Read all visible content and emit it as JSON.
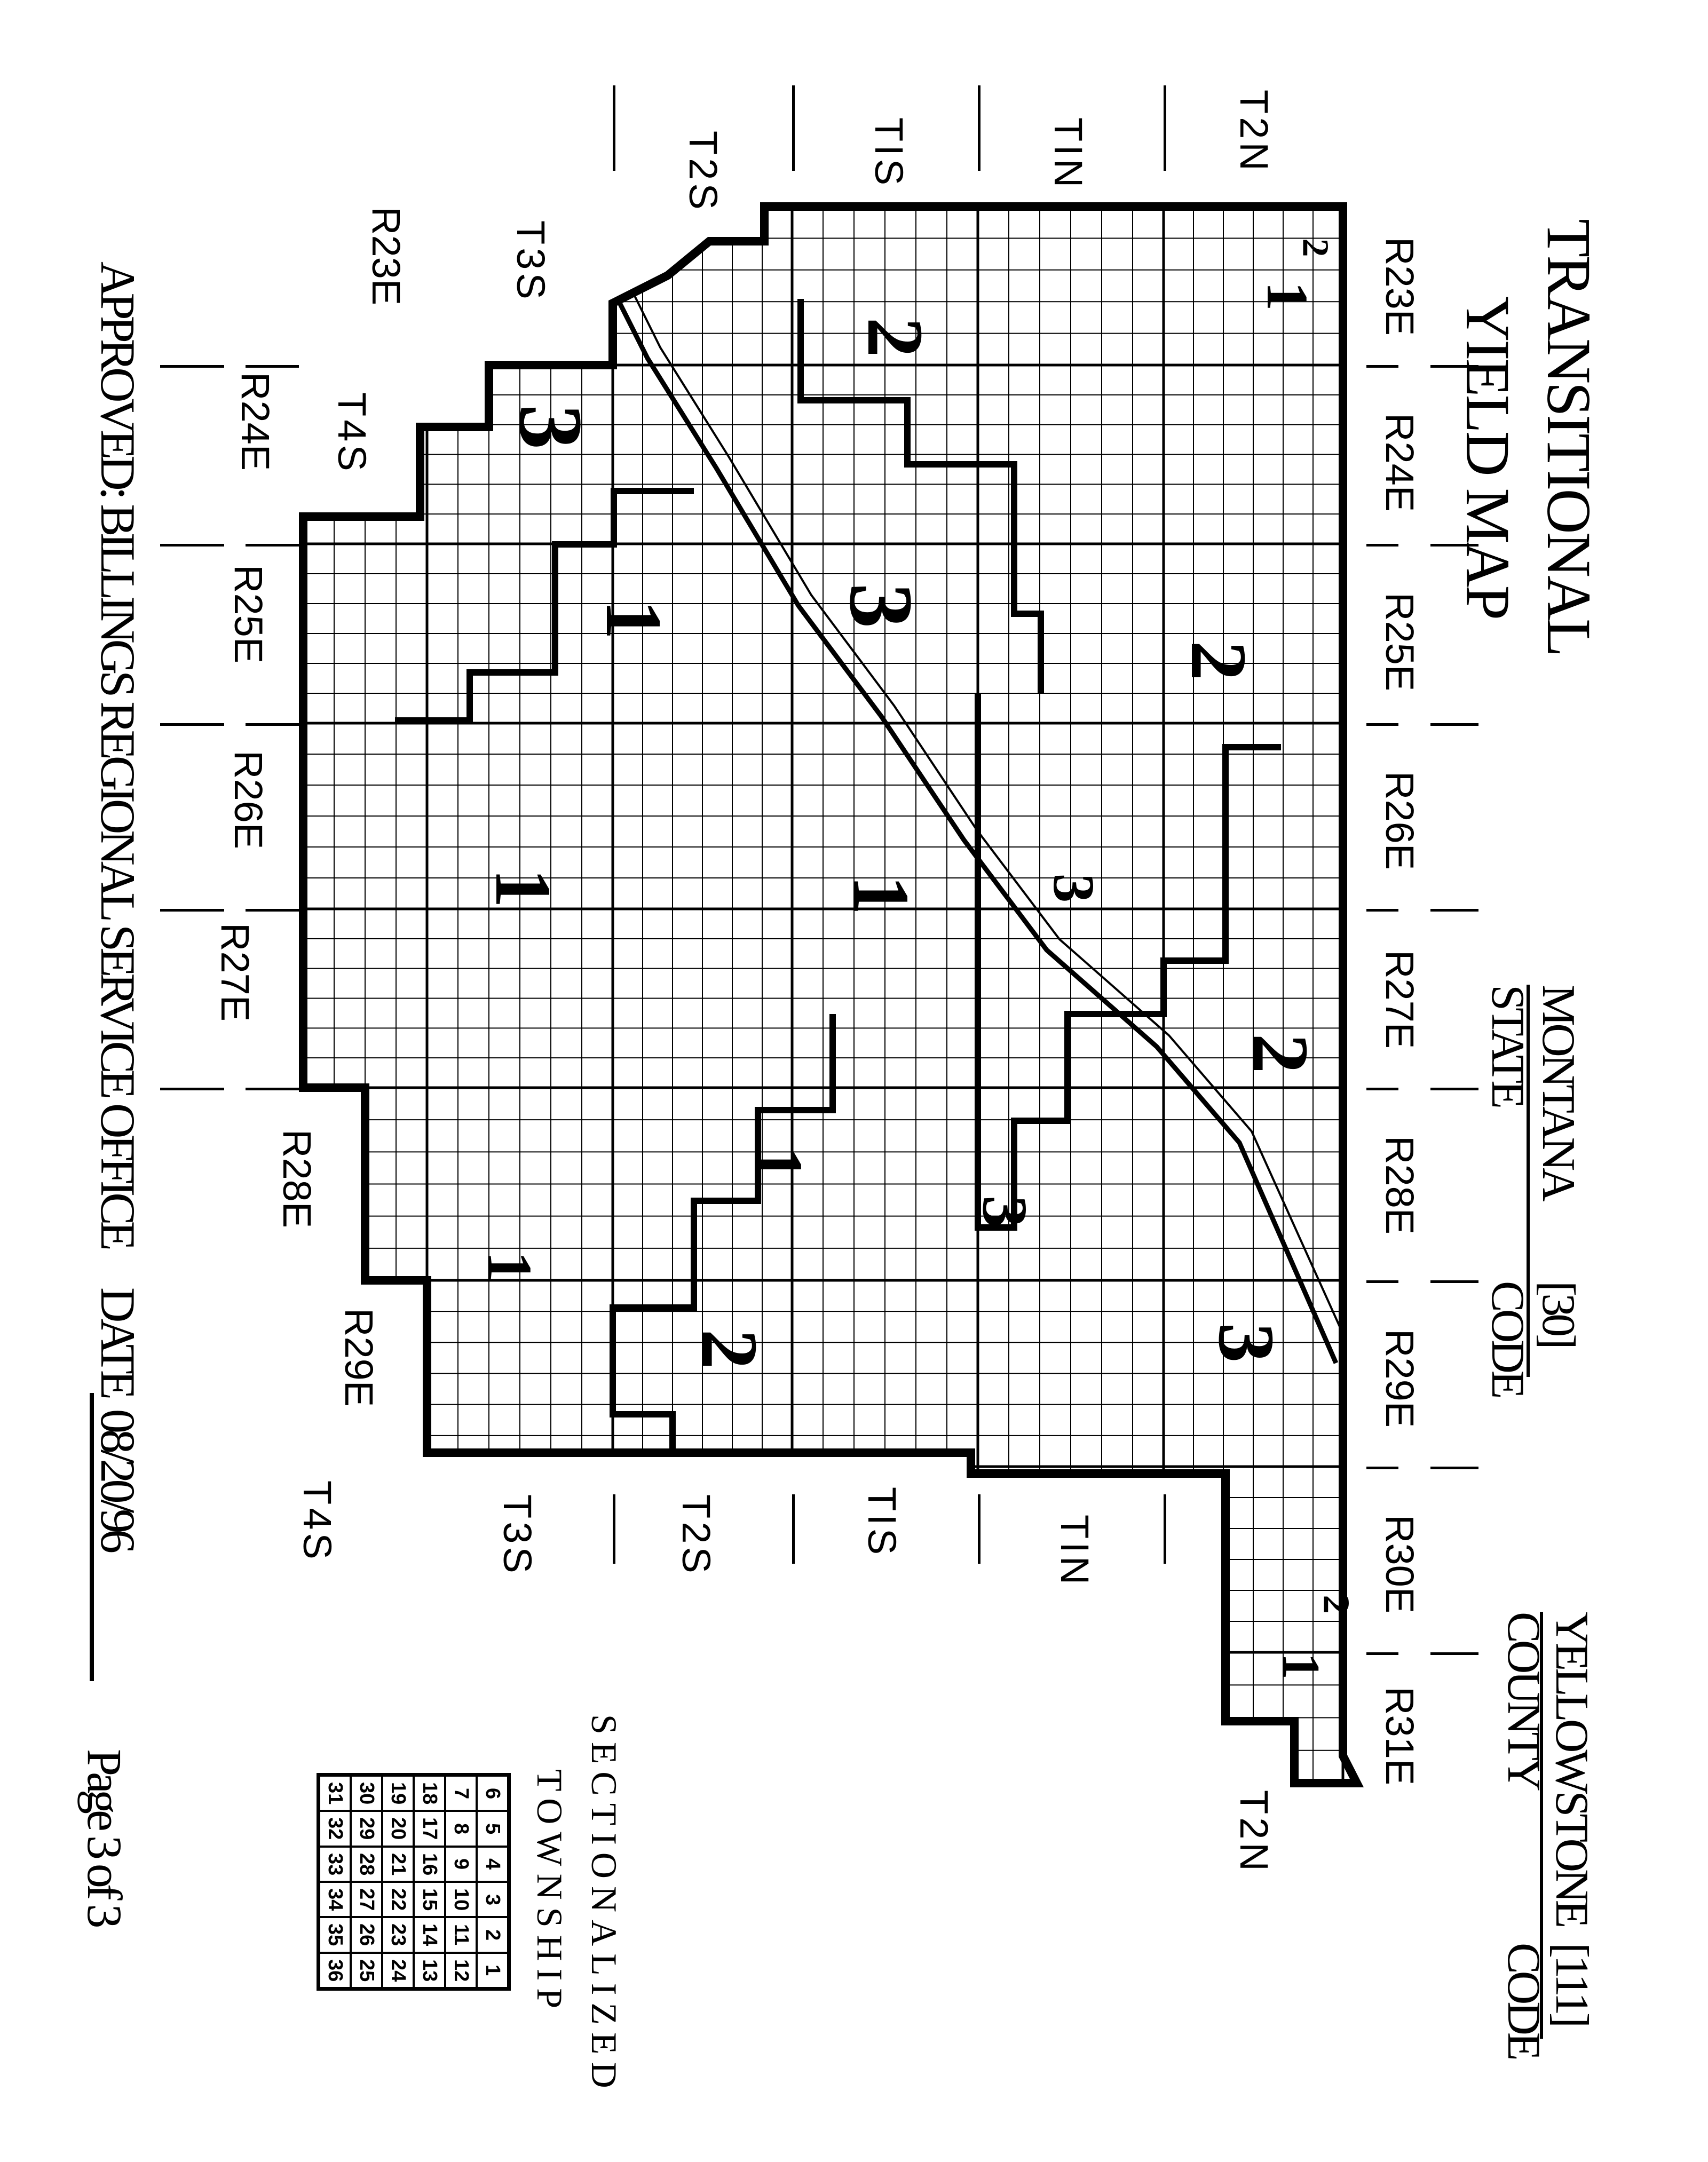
{
  "title": {
    "line1": "TRANSITIONAL",
    "line2": "YIELD MAP"
  },
  "state": {
    "name": "MONTANA",
    "label": "STATE",
    "code": "[30]",
    "code_label": "CODE"
  },
  "county": {
    "name": "YELLOWSTONE",
    "label": "COUNTY",
    "code": "[111]",
    "code_label": "CODE"
  },
  "ranges_top": [
    "R23E",
    "R24E",
    "R25E",
    "R26E",
    "R27E",
    "R28E",
    "R29E",
    "R30E",
    "R31E"
  ],
  "ranges_bottom": [
    "R23E",
    "R24E",
    "R25E",
    "R26E",
    "R27E",
    "R28E",
    "R29E"
  ],
  "townships_top": [
    "T2N",
    "TIN",
    "TIS",
    "T2S",
    "T3S",
    "T4S"
  ],
  "townships_bottom": [
    "T2N",
    "TIN",
    "TIS",
    "T2S",
    "T3S",
    "T4S"
  ],
  "zones": [
    "1",
    "2",
    "3",
    "3",
    "2",
    "1",
    "1",
    "1",
    "3",
    "2",
    "1",
    "3",
    "3",
    "2",
    "1",
    "1",
    "2",
    "2"
  ],
  "footer": {
    "approved": "APPROVED: BILLINGS REGIONAL SERVICE OFFICE",
    "date_label": "DATE",
    "date": "08/20/96",
    "page": "Page 3 of 3"
  },
  "legend": {
    "title1": "SECTIONALIZED",
    "title2": "TOWNSHIP",
    "columns": [
      [
        "31",
        "32",
        "33",
        "34",
        "35",
        "36"
      ],
      [
        "30",
        "29",
        "28",
        "27",
        "26",
        "25"
      ],
      [
        "19",
        "20",
        "21",
        "22",
        "23",
        "24"
      ],
      [
        "18",
        "17",
        "16",
        "15",
        "14",
        "13"
      ],
      [
        "7",
        "8",
        "9",
        "10",
        "11",
        "12"
      ],
      [
        "6",
        "5",
        "4",
        "3",
        "2",
        "1"
      ]
    ]
  },
  "colors": {
    "ink": "#000000",
    "paper": "#ffffff"
  }
}
